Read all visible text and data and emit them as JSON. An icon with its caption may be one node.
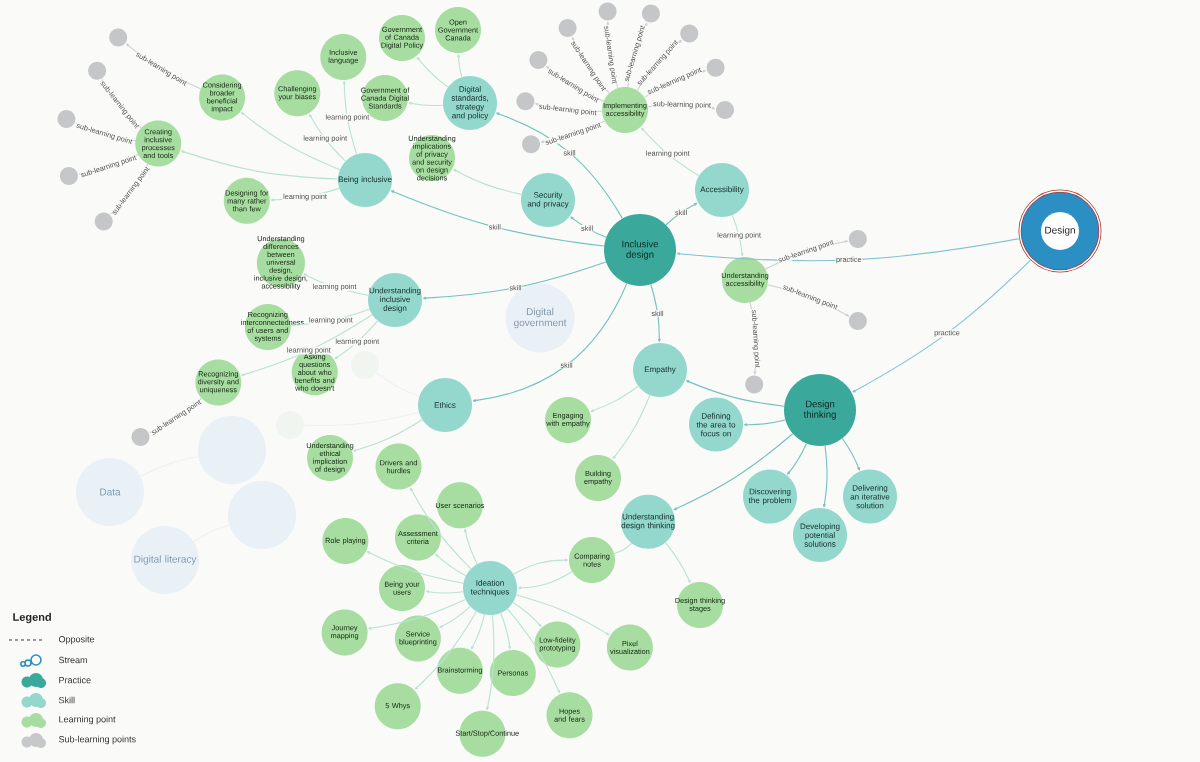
{
  "diagram": {
    "nodes": [
      {
        "text": [
          "Design"
        ]
      },
      {
        "text": [
          "Inclusive design"
        ]
      },
      {
        "text": [
          "Design thinking"
        ]
      },
      {
        "text": [
          "Accessibility"
        ]
      },
      {
        "text": [
          "Security and privacy"
        ]
      },
      {
        "text": [
          "Digital standards, strategy and policy"
        ]
      },
      {
        "text": [
          "Being inclusive"
        ]
      },
      {
        "text": [
          "Understanding inclusive design"
        ]
      },
      {
        "text": [
          "Ethics"
        ]
      },
      {
        "text": [
          "Empathy"
        ]
      },
      {
        "text": [
          "Defining the area to focus on"
        ]
      },
      {
        "text": [
          "Discovering the problem"
        ]
      },
      {
        "text": [
          "Delivering an iterative solution"
        ]
      },
      {
        "text": [
          "Understanding design thinking"
        ]
      },
      {
        "text": [
          "Developing potential solutions"
        ]
      },
      {
        "text": [
          "Ideation techniques"
        ]
      },
      {
        "text": [
          "Inclusive language"
        ]
      },
      {
        "text": [
          "Challenging your biases"
        ]
      },
      {
        "text": [
          "Considering broader beneficial impact"
        ]
      },
      {
        "text": [
          "Designing for many rather than few"
        ]
      },
      {
        "text": [
          "Understanding differences between universal design, inclusive design, accessibility"
        ]
      },
      {
        "text": [
          "Creating inclusive processes and tools"
        ]
      },
      {
        "text": [
          "Recognizing interconnectedness of users and systems"
        ]
      },
      {
        "text": [
          "Asking questions about who benefits and who doesn't"
        ]
      },
      {
        "text": [
          "Recognizing diversity and uniqueness"
        ]
      },
      {
        "text": [
          "Government of Canada Digital Standards"
        ]
      },
      {
        "text": [
          "Government of Canada Digital Policy"
        ]
      },
      {
        "text": [
          "Open Government Canada"
        ]
      },
      {
        "text": [
          "Understanding implications of privacy and security on design decisions"
        ]
      },
      {
        "text": [
          "Implementing accessibility"
        ]
      },
      {
        "text": [
          "Understanding accessibility"
        ]
      },
      {
        "text": [
          "Engaging with empathy"
        ]
      },
      {
        "text": [
          "Building empathy"
        ]
      },
      {
        "text": [
          "Understanding ethical implication of design"
        ]
      },
      {
        "text": [
          "User scenarios"
        ]
      },
      {
        "text": [
          "Drivers and hurdles"
        ]
      },
      {
        "text": [
          "Assessment criteria"
        ]
      },
      {
        "text": [
          "Role playing"
        ]
      },
      {
        "text": [
          "Being your users"
        ]
      },
      {
        "text": [
          "Journey mapping"
        ]
      },
      {
        "text": [
          "Service blueprinting"
        ]
      },
      {
        "text": [
          "5 Whys"
        ]
      },
      {
        "text": [
          "Brainstorming"
        ]
      },
      {
        "text": [
          "Start/Stop/Continue"
        ]
      },
      {
        "text": [
          "Personas"
        ]
      },
      {
        "text": [
          "Hopes and fears"
        ]
      },
      {
        "text": [
          "Low-fidelity prototyping"
        ]
      },
      {
        "text": [
          "Pixel visualization"
        ]
      },
      {
        "text": [
          "Comparing notes"
        ]
      },
      {
        "text": [
          "Design thinking stages"
        ]
      },
      {
        "text": [],
        "shape": "circle"
      },
      {
        "text": [],
        "shape": "circle"
      },
      {
        "text": [],
        "shape": "circle"
      },
      {
        "text": [],
        "shape": "circle"
      },
      {
        "text": [],
        "shape": "circle"
      },
      {
        "text": [],
        "shape": "circle"
      },
      {
        "text": [],
        "shape": "circle"
      },
      {
        "text": [],
        "shape": "circle"
      },
      {
        "text": [],
        "shape": "circle"
      },
      {
        "text": [],
        "shape": "circle"
      },
      {
        "text": [],
        "shape": "circle"
      },
      {
        "text": [],
        "shape": "circle"
      },
      {
        "text": [],
        "shape": "circle"
      },
      {
        "text": [],
        "shape": "circle"
      },
      {
        "text": [],
        "shape": "circle"
      },
      {
        "text": [],
        "shape": "circle"
      },
      {
        "text": [],
        "shape": "circle"
      },
      {
        "text": [],
        "shape": "circle"
      },
      {
        "text": [
          "Digital government"
        ]
      },
      {
        "text": [],
        "shape": "circle"
      },
      {
        "text": [],
        "shape": "circle"
      },
      {
        "text": [],
        "shape": "circle"
      },
      {
        "text": [],
        "shape": "circle"
      },
      {
        "text": [
          "Data"
        ]
      },
      {
        "text": [
          "Digital literacy"
        ]
      }
    ],
    "edges": [
      {
        "from": 0,
        "to": 1,
        "arrow": "to",
        "label": "practice",
        "color": "#7fc4d0"
      },
      {
        "from": 0,
        "to": 2,
        "arrow": "to",
        "label": "practice",
        "color": "#7fc4d0"
      },
      {
        "from": 1,
        "to": 3,
        "arrow": "to",
        "label": "skill",
        "color": "#72c2bd"
      },
      {
        "from": 1,
        "to": 4,
        "arrow": "to",
        "label": "skill",
        "color": "#72c2bd"
      },
      {
        "from": 1,
        "to": 5,
        "arrow": "to",
        "label": "skill",
        "color": "#72c2bd"
      },
      {
        "from": 1,
        "to": 6,
        "arrow": "to",
        "label": "skill",
        "color": "#72c2bd"
      },
      {
        "from": 1,
        "to": 7,
        "arrow": "to",
        "label": "skill",
        "color": "#72c2bd"
      },
      {
        "from": 1,
        "to": 8,
        "arrow": "to",
        "label": "skill",
        "color": "#72c2bd"
      },
      {
        "from": 1,
        "to": 9,
        "arrow": "to",
        "label": "skill",
        "color": "#72c2bd"
      },
      {
        "from": 2,
        "to": 9,
        "arrow": "to",
        "color": "#72c2bd"
      },
      {
        "from": 2,
        "to": 10,
        "arrow": "to",
        "color": "#72c2bd"
      },
      {
        "from": 2,
        "to": 11,
        "arrow": "to",
        "color": "#72c2bd"
      },
      {
        "from": 2,
        "to": 12,
        "arrow": "to",
        "color": "#72c2bd"
      },
      {
        "from": 2,
        "to": 13,
        "arrow": "to",
        "color": "#72c2bd"
      },
      {
        "from": 2,
        "to": 14,
        "arrow": "to",
        "color": "#72c2bd"
      },
      {
        "from": 5,
        "to": 25,
        "arrow": "to"
      },
      {
        "from": 5,
        "to": 26,
        "arrow": "to"
      },
      {
        "from": 5,
        "to": 27,
        "arrow": "to"
      },
      {
        "from": 4,
        "to": 28,
        "arrow": "to"
      },
      {
        "from": 6,
        "to": 16,
        "arrow": "to",
        "label": "learning point"
      },
      {
        "from": 6,
        "to": 17,
        "arrow": "to",
        "label": "learning point"
      },
      {
        "from": 6,
        "to": 18,
        "arrow": "to"
      },
      {
        "from": 6,
        "to": 19,
        "arrow": "to",
        "label": "learning point"
      },
      {
        "from": 6,
        "to": 21,
        "arrow": "to"
      },
      {
        "from": 7,
        "to": 20,
        "arrow": "to",
        "label": "learning point"
      },
      {
        "from": 7,
        "to": 22,
        "arrow": "to",
        "label": "learning point"
      },
      {
        "from": 7,
        "to": 23,
        "arrow": "to",
        "label": "learning point"
      },
      {
        "from": 7,
        "to": 24,
        "arrow": "to",
        "label": "learning point"
      },
      {
        "from": 3,
        "to": 29,
        "arrow": "to",
        "label": "learning point"
      },
      {
        "from": 3,
        "to": 30,
        "arrow": "to",
        "label": "learning point"
      },
      {
        "from": 8,
        "to": 33,
        "arrow": "to"
      },
      {
        "from": 9,
        "to": 31,
        "arrow": "to"
      },
      {
        "from": 9,
        "to": 32,
        "arrow": "to"
      },
      {
        "from": 13,
        "to": 49,
        "arrow": "to"
      },
      {
        "from": 13,
        "to": 48,
        "arrow": "none"
      },
      {
        "from": 48,
        "to": 15,
        "arrow": "to"
      },
      {
        "from": 15,
        "to": 48,
        "arrow": "to"
      },
      {
        "from": 15,
        "to": 34,
        "arrow": "to"
      },
      {
        "from": 15,
        "to": 35,
        "arrow": "to"
      },
      {
        "from": 15,
        "to": 36,
        "arrow": "to"
      },
      {
        "from": 15,
        "to": 37,
        "arrow": "to"
      },
      {
        "from": 15,
        "to": 38,
        "arrow": "to"
      },
      {
        "from": 15,
        "to": 39,
        "arrow": "to"
      },
      {
        "from": 15,
        "to": 40,
        "arrow": "to"
      },
      {
        "from": 15,
        "to": 41,
        "arrow": "to"
      },
      {
        "from": 15,
        "to": 42,
        "arrow": "to"
      },
      {
        "from": 15,
        "to": 43,
        "arrow": "to"
      },
      {
        "from": 15,
        "to": 44,
        "arrow": "to"
      },
      {
        "from": 15,
        "to": 45,
        "arrow": "to"
      },
      {
        "from": 15,
        "to": 46,
        "arrow": "to"
      },
      {
        "from": 15,
        "to": 47,
        "arrow": "to"
      },
      {
        "from": 29,
        "to": 50,
        "arrow": "to",
        "label": "sub-learning point",
        "color": "#cdd1d1"
      },
      {
        "from": 29,
        "to": 51,
        "arrow": "to",
        "label": "sub-learning point",
        "color": "#cdd1d1"
      },
      {
        "from": 29,
        "to": 52,
        "arrow": "to",
        "label": "sub-learning point",
        "color": "#cdd1d1"
      },
      {
        "from": 29,
        "to": 53,
        "arrow": "to",
        "label": "sub-learning point",
        "color": "#cdd1d1"
      },
      {
        "from": 29,
        "to": 54,
        "arrow": "to",
        "label": "sub-learning point",
        "color": "#cdd1d1"
      },
      {
        "from": 29,
        "to": 55,
        "arrow": "to",
        "label": "sub-learning point",
        "color": "#cdd1d1"
      },
      {
        "from": 29,
        "to": 56,
        "arrow": "to",
        "label": "sub-learning point",
        "color": "#cdd1d1"
      },
      {
        "from": 29,
        "to": 57,
        "arrow": "to",
        "label": "sub-learning point",
        "color": "#cdd1d1"
      },
      {
        "from": 29,
        "to": 58,
        "arrow": "to",
        "label": "sub-learning point",
        "color": "#cdd1d1"
      },
      {
        "from": 18,
        "to": 59,
        "arrow": "to",
        "label": "sub-learning point",
        "color": "#cdd1d1"
      },
      {
        "from": 21,
        "to": 60,
        "arrow": "to",
        "label": "sub-learning point",
        "color": "#cdd1d1"
      },
      {
        "from": 21,
        "to": 61,
        "arrow": "to",
        "label": "sub-learning point",
        "color": "#cdd1d1"
      },
      {
        "from": 21,
        "to": 62,
        "arrow": "to",
        "label": "sub-learning point",
        "color": "#cdd1d1"
      },
      {
        "from": 21,
        "to": 63,
        "arrow": "to",
        "label": "sub-learning point",
        "color": "#cdd1d1"
      },
      {
        "from": 24,
        "to": 64,
        "arrow": "to",
        "label": "sub-learning point",
        "color": "#cdd1d1"
      },
      {
        "from": 30,
        "to": 65,
        "arrow": "to",
        "label": "sub-learning point",
        "color": "#cdd1d1"
      },
      {
        "from": 30,
        "to": 66,
        "arrow": "to",
        "label": "sub-learning point",
        "color": "#cdd1d1"
      },
      {
        "from": 30,
        "to": 67,
        "arrow": "to",
        "label": "sub-learning point",
        "color": "#cdd1d1"
      },
      {
        "from": 8,
        "to": 69,
        "arrow": "none",
        "color": "#edf1f3"
      },
      {
        "from": 8,
        "to": 71,
        "arrow": "none",
        "color": "#edf1f3"
      },
      {
        "from": 73,
        "to": 70,
        "arrow": "none",
        "color": "#edf1f3"
      },
      {
        "from": 74,
        "to": 72,
        "arrow": "none",
        "color": "#edf1f3"
      }
    ],
    "labels": [
      "Legend"
    ],
    "legend": [
      {
        "text": "Opposite"
      },
      {
        "text": "Stream",
        "color": "#2b8fc4"
      },
      {
        "text": "Practice",
        "color": "#3aa89a"
      },
      {
        "text": "Skill",
        "color": "#93d7cd"
      },
      {
        "text": "Learning point",
        "color": "#a8dda2"
      },
      {
        "text": "Sub-learning points",
        "color": "#c6c8ca"
      }
    ]
  }
}
